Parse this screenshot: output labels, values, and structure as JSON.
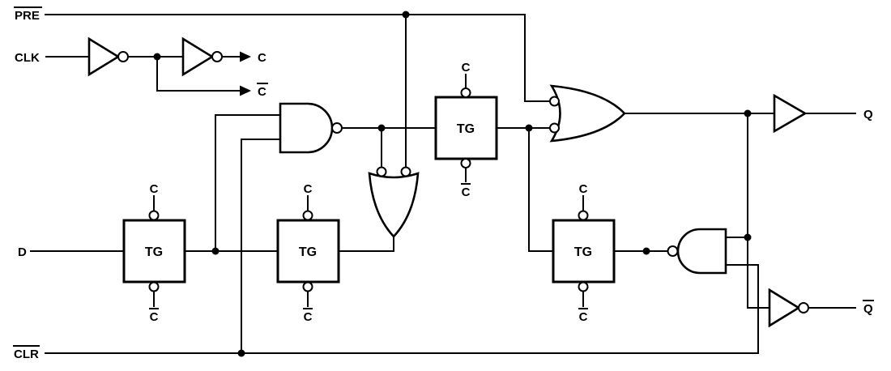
{
  "schematic": {
    "labels": {
      "pre": "PRE",
      "clk": "CLK",
      "d": "D",
      "clr": "CLR",
      "c": "C",
      "c_bar": "C",
      "q": "Q",
      "q_bar": "Q",
      "tg": "TG"
    },
    "overlined": {
      "pre": true,
      "clr": true,
      "c_bar": true,
      "q_bar": true
    },
    "components": [
      {
        "id": "clk-inverter-1",
        "type": "inverter"
      },
      {
        "id": "clk-inverter-2",
        "type": "inverter"
      },
      {
        "id": "tg1",
        "type": "transmission-gate",
        "top_control": "C",
        "bottom_control": "C-bar"
      },
      {
        "id": "tg2",
        "type": "transmission-gate",
        "top_control": "C",
        "bottom_control": "C-bar"
      },
      {
        "id": "tg3",
        "type": "transmission-gate",
        "top_control": "C",
        "bottom_control": "C-bar"
      },
      {
        "id": "tg4",
        "type": "transmission-gate",
        "top_control": "C",
        "bottom_control": "C-bar"
      },
      {
        "id": "master-nand",
        "type": "nand"
      },
      {
        "id": "master-preset-gate",
        "type": "or-with-inverted-inputs"
      },
      {
        "id": "slave-output-gate",
        "type": "or-with-inverted-inputs"
      },
      {
        "id": "slave-feedback-nand",
        "type": "nand"
      },
      {
        "id": "q-output-buffer",
        "type": "buffer"
      },
      {
        "id": "qbar-output-inverter",
        "type": "inverter"
      }
    ]
  }
}
